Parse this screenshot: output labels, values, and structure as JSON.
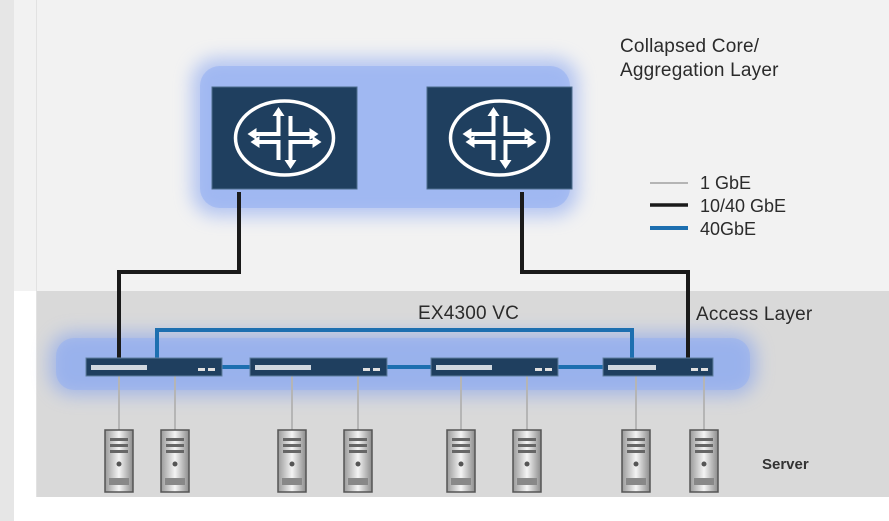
{
  "core_layer": {
    "title_line1": "Collapsed Core/",
    "title_line2": "Aggregation Layer"
  },
  "access_layer": {
    "title": "Access Layer",
    "vc_label": "EX4300 VC"
  },
  "server_label": "Server",
  "legend": {
    "items": [
      {
        "label": "1 GbE",
        "color": "#b5b5b5"
      },
      {
        "label": "10/40 GbE",
        "color": "#1a1a1a"
      },
      {
        "label": "40GbE",
        "color": "#1d6fb0"
      }
    ]
  },
  "colors": {
    "router_fill": "#1f3f5f",
    "switch_fill": "#1f3f5f",
    "glow": "#7f9ff0",
    "access_band": "#d9d9d9",
    "link_40g": "#1d6fb0",
    "link_10g": "#1a1a1a",
    "link_1g": "#b5b5b5"
  },
  "icons": [
    "router-icon",
    "switch-icon",
    "server-icon"
  ]
}
